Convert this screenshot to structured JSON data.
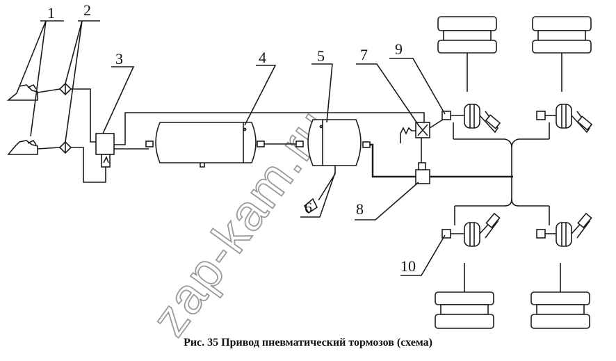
{
  "callouts": [
    "1",
    "2",
    "3",
    "4",
    "5",
    "6",
    "7",
    "8",
    "9",
    "10"
  ],
  "caption": "Рис. 35 Привод пневматический тормозов (схема)",
  "watermark": "zap-kam.ru"
}
